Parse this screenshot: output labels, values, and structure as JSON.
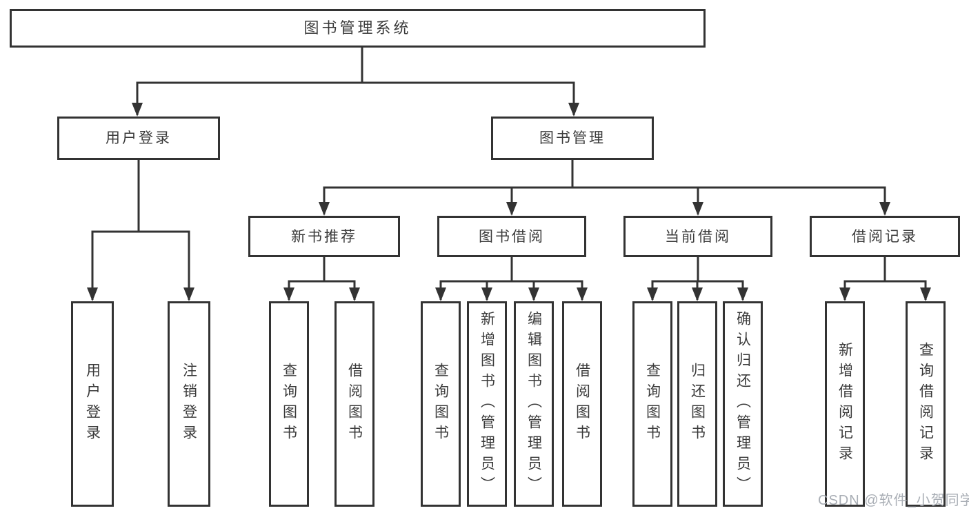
{
  "diagram_type": "hierarchy-tree",
  "colors": {
    "line": "#333333",
    "box_border": "#333333",
    "text": "#3a3a3a",
    "background": "#ffffff",
    "watermark": "#a9aeb5"
  },
  "tree": {
    "label": "图书管理系统",
    "children": [
      {
        "label": "用户登录",
        "children": [
          {
            "label": "用户登录"
          },
          {
            "label": "注销登录"
          }
        ]
      },
      {
        "label": "图书管理",
        "children": [
          {
            "label": "新书推荐",
            "children": [
              {
                "label": "查询图书"
              },
              {
                "label": "借阅图书"
              }
            ]
          },
          {
            "label": "图书借阅",
            "children": [
              {
                "label": "查询图书"
              },
              {
                "label": "新增图书（管理员）"
              },
              {
                "label": "编辑图书（管理员）"
              },
              {
                "label": "借阅图书"
              }
            ]
          },
          {
            "label": "当前借阅",
            "children": [
              {
                "label": "查询图书"
              },
              {
                "label": "归还图书"
              },
              {
                "label": "确认归还（管理员）"
              }
            ]
          },
          {
            "label": "借阅记录",
            "children": [
              {
                "label": "新增借阅记录"
              },
              {
                "label": "查询借阅记录"
              }
            ]
          }
        ]
      }
    ]
  },
  "watermark": "CSDN @软件_小贺同学"
}
